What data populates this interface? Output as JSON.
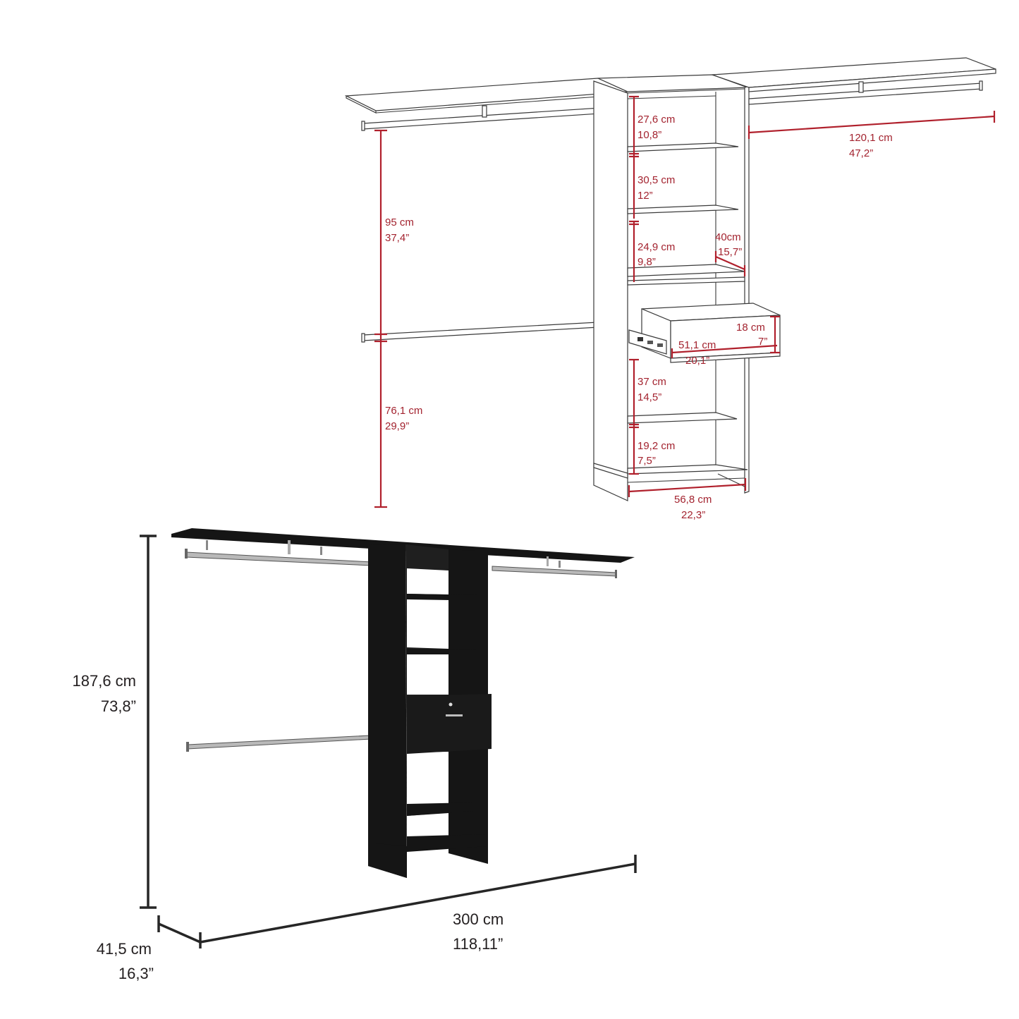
{
  "diagram": {
    "type": "product-dimension-diagram",
    "subject": "closet organizer system",
    "colors": {
      "dimension_red": "#a3232f",
      "dimension_black": "#231f20",
      "product_finish": "#151515",
      "rod_metal": "#b9b9b9"
    },
    "line_drawing": {
      "dimensions": {
        "rod_gap_upper": {
          "cm": "95 cm",
          "in": "37,4”"
        },
        "rod_gap_lower": {
          "cm": "76,1 cm",
          "in": "29,9”"
        },
        "right_shelf_width": {
          "cm": "120,1 cm",
          "in": "47,2”"
        },
        "shelf_1_height": {
          "cm": "27,6 cm",
          "in": "10,8”"
        },
        "shelf_2_height": {
          "cm": "30,5 cm",
          "in": "12”"
        },
        "shelf_3_height": {
          "cm": "24,9 cm",
          "in": "9,8”"
        },
        "tower_depth": {
          "cm": "40cm",
          "in": "15,7”"
        },
        "drawer_height": {
          "cm": "18 cm",
          "in": "7”"
        },
        "drawer_depth": {
          "cm": "51,1 cm",
          "in": "20,1”"
        },
        "shelf_4_height": {
          "cm": "37 cm",
          "in": "14,5”"
        },
        "shelf_5_height": {
          "cm": "19,2 cm",
          "in": "7,5”"
        },
        "tower_width": {
          "cm": "56,8 cm",
          "in": "22,3”"
        }
      }
    },
    "product_view": {
      "dimensions": {
        "overall_height": {
          "cm": "187,6 cm",
          "in": "73,8”"
        },
        "overall_width": {
          "cm": "300 cm",
          "in": "118,11”"
        },
        "overall_depth": {
          "cm": "41,5 cm",
          "in": "16,3”"
        }
      }
    }
  }
}
